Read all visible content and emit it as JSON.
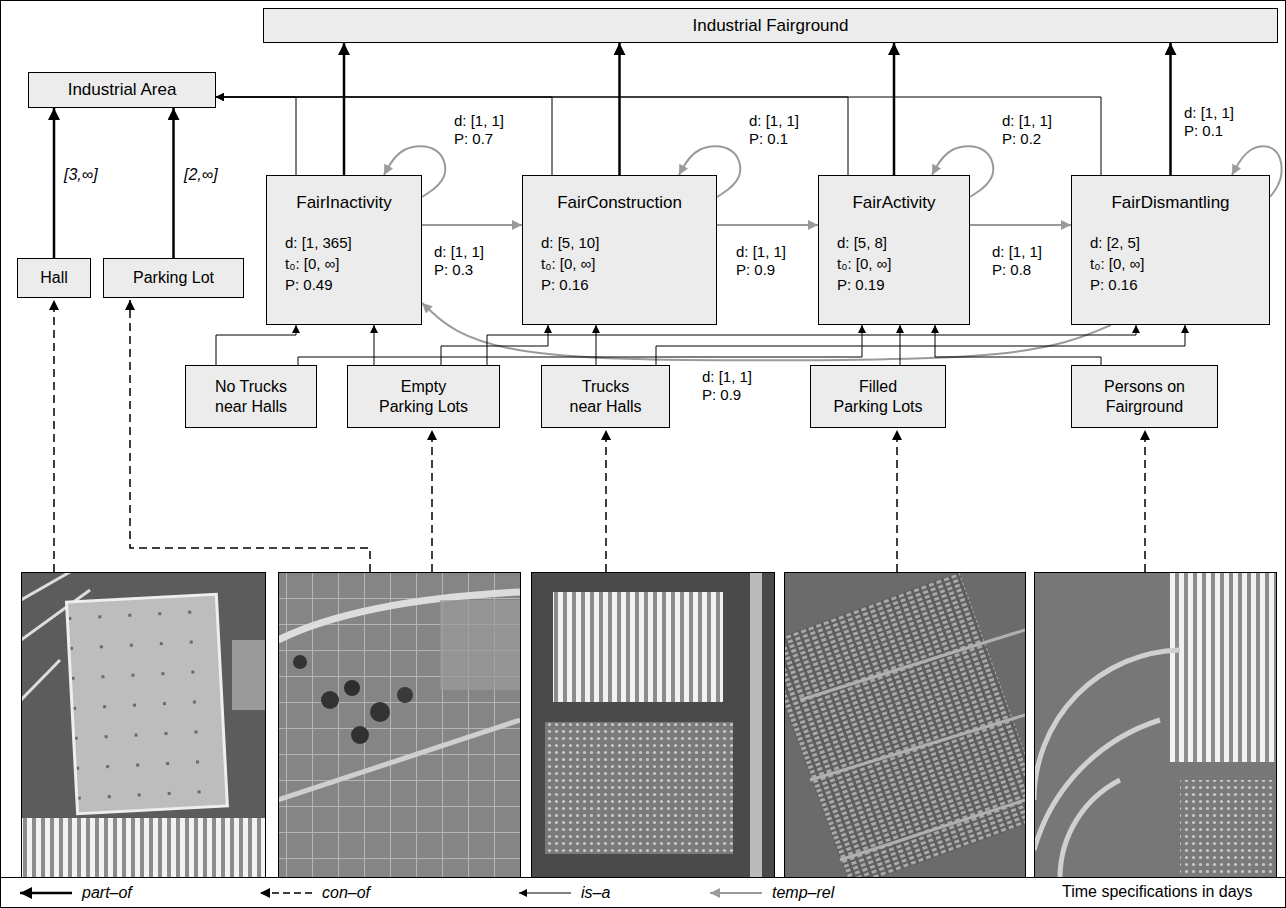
{
  "diagram": {
    "nodes": [
      {
        "text": [
          "Industrial Fairground"
        ]
      },
      {
        "text": [
          "Industrial Area"
        ]
      },
      {
        "text": [
          "FairInactivity",
          "d: [1, 365]",
          "t₀: [0, ∞]",
          "P: 0.49"
        ]
      },
      {
        "text": [
          "FairConstruction",
          "d: [5, 10]",
          "t₀: [0, ∞]",
          "P: 0.16"
        ]
      },
      {
        "text": [
          "FairActivity",
          "d: [5, 8]",
          "t₀: [0, ∞]",
          "P: 0.19"
        ]
      },
      {
        "text": [
          "FairDismantling",
          "d: [2, 5]",
          "t₀: [0, ∞]",
          "P: 0.16"
        ]
      },
      {
        "text": [
          "Hall"
        ]
      },
      {
        "text": [
          "Parking Lot"
        ]
      },
      {
        "text": [
          "No Trucks near Halls"
        ]
      },
      {
        "text": [
          "Empty Parking Lots"
        ]
      },
      {
        "text": [
          "Trucks near Halls"
        ]
      },
      {
        "text": [
          "Filled Parking Lots"
        ]
      },
      {
        "text": [
          "Persons on Fairground"
        ]
      }
    ],
    "edges": [
      {
        "from": 6,
        "to": 1,
        "arrow": "to",
        "label": "[3,∞]"
      },
      {
        "from": 7,
        "to": 1,
        "arrow": "to",
        "label": "[2,∞]"
      },
      {
        "from": 2,
        "to": 0,
        "arrow": "to"
      },
      {
        "from": 3,
        "to": 0,
        "arrow": "to"
      },
      {
        "from": 4,
        "to": 0,
        "arrow": "to"
      },
      {
        "from": 5,
        "to": 0,
        "arrow": "to"
      },
      {
        "from": 2,
        "to": 1,
        "arrow": "to"
      },
      {
        "from": 3,
        "to": 1,
        "arrow": "to"
      },
      {
        "from": 4,
        "to": 1,
        "arrow": "to"
      },
      {
        "from": 5,
        "to": 1,
        "arrow": "to"
      },
      {
        "from": 2,
        "to": 2,
        "arrow": "to",
        "label": "d: [1, 1] P: 0.7"
      },
      {
        "from": 2,
        "to": 3,
        "arrow": "to",
        "label": "d: [1, 1] P: 0.3"
      },
      {
        "from": 3,
        "to": 3,
        "arrow": "to",
        "label": "d: [1, 1] P: 0.1"
      },
      {
        "from": 3,
        "to": 4,
        "arrow": "to",
        "label": "d: [1, 1] P: 0.9"
      },
      {
        "from": 4,
        "to": 4,
        "arrow": "to",
        "label": "d: [1, 1] P: 0.2"
      },
      {
        "from": 4,
        "to": 5,
        "arrow": "to",
        "label": "d: [1, 1] P: 0.8"
      },
      {
        "from": 5,
        "to": 5,
        "arrow": "to",
        "label": "d: [1, 1] P: 0.1"
      },
      {
        "from": 5,
        "to": 2,
        "arrow": "to",
        "label": "d: [1, 1] P: 0.9"
      },
      {
        "from": 8,
        "to": 2,
        "arrow": "to"
      },
      {
        "from": 8,
        "to": 4,
        "arrow": "to"
      },
      {
        "from": 9,
        "to": 2,
        "arrow": "to"
      },
      {
        "from": 9,
        "to": 3,
        "arrow": "to"
      },
      {
        "from": 9,
        "to": 5,
        "arrow": "to"
      },
      {
        "from": 10,
        "to": 3,
        "arrow": "to"
      },
      {
        "from": 10,
        "to": 5,
        "arrow": "to"
      },
      {
        "from": 11,
        "to": 4,
        "arrow": "to"
      },
      {
        "from": 12,
        "to": 4,
        "arrow": "to"
      }
    ],
    "labels": [
      "Time specifications in days"
    ],
    "legend": [
      {
        "text": "part–of"
      },
      {
        "text": "con–of"
      },
      {
        "text": "is–a"
      },
      {
        "text": "temp–rel"
      }
    ]
  }
}
